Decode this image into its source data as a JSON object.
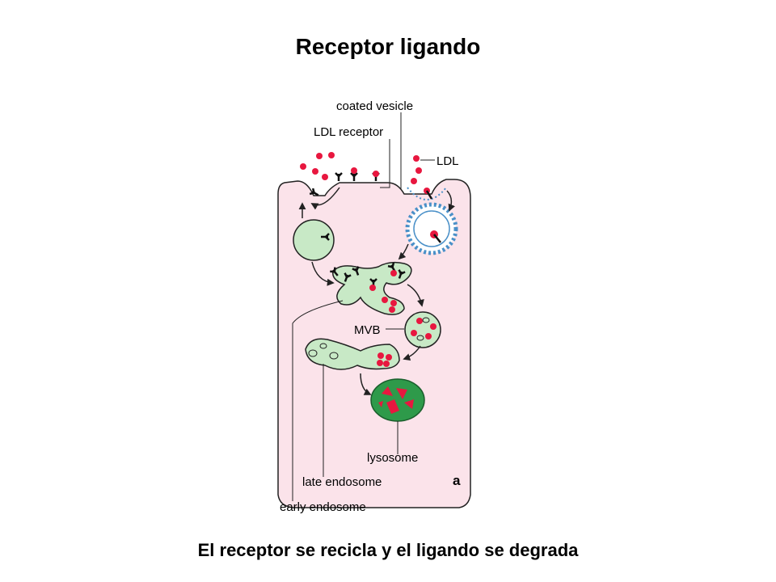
{
  "title": "Receptor ligando",
  "caption": "El receptor se recicla y el ligando se degrada",
  "labels": {
    "coated_vesicle": "coated vesicle",
    "ldl_receptor": "LDL receptor",
    "ldl": "LDL",
    "mvb": "MVB",
    "lysosome": "lysosome",
    "late_endosome": "late endosome",
    "early_endosome": "early endosome",
    "panel": "a"
  },
  "colors": {
    "cytoplasm": "#fbe3ea",
    "ldl_particle": "#e8173f",
    "coat": "#4a90c8",
    "endosome": "#c8e9c6",
    "lysosome": "#2e9a4a",
    "outline": "#222222"
  }
}
